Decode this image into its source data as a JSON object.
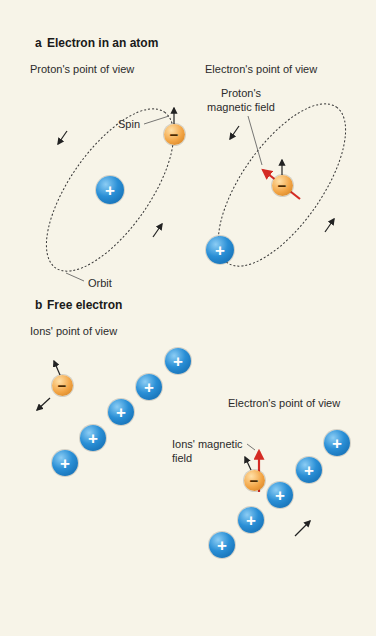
{
  "diagram": {
    "nodes": [
      {
        "text": [
          "−"
        ]
      },
      {
        "text": [
          "+"
        ]
      },
      {
        "text": [
          "−"
        ]
      },
      {
        "text": [
          "+"
        ]
      },
      {
        "text": [
          "−"
        ]
      },
      {
        "text": [
          "+"
        ]
      },
      {
        "text": [
          "+"
        ]
      },
      {
        "text": [
          "+"
        ]
      },
      {
        "text": [
          "+"
        ]
      },
      {
        "text": [
          "+"
        ]
      },
      {
        "text": [
          "−"
        ]
      },
      {
        "text": [
          "+"
        ]
      },
      {
        "text": [
          "+"
        ]
      },
      {
        "text": [
          "+"
        ]
      },
      {
        "text": [
          "+"
        ]
      },
      {
        "text": [
          "+"
        ]
      }
    ],
    "labels": [
      "a",
      "Electron in an atom",
      "Proton's point of view",
      "Electron's point of view",
      "Spin",
      "Proton's magnetic field",
      "Orbit",
      "b",
      "Free electron",
      "Ions' point of view",
      "Electron's point of view",
      "Ions' magnetic field"
    ]
  }
}
